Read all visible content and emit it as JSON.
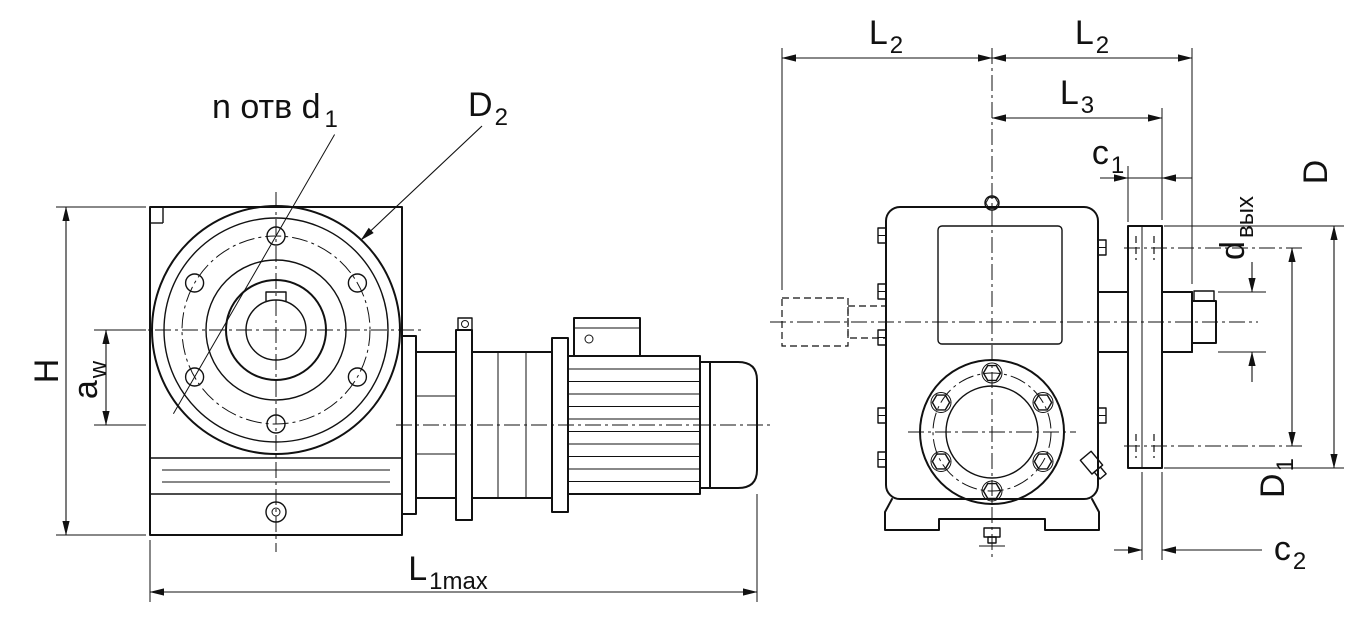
{
  "colors": {
    "line": "#111111",
    "background": "#ffffff"
  },
  "front_view": {
    "labels": {
      "holes_callout": {
        "main": "n отв d",
        "sub": "1"
      },
      "d2": {
        "main": "D",
        "sub": "2"
      },
      "height": {
        "main": "H",
        "sub": ""
      },
      "aw": {
        "main": "a",
        "sub": "w"
      },
      "l1max": {
        "main": "L",
        "sub": "1max"
      }
    }
  },
  "side_view": {
    "labels": {
      "l2_left": {
        "main": "L",
        "sub": "2"
      },
      "l2_right": {
        "main": "L",
        "sub": "2"
      },
      "l3": {
        "main": "L",
        "sub": "3"
      },
      "c1": {
        "main": "c",
        "sub": "1"
      },
      "d_out": {
        "main": "d",
        "sub": "вых"
      },
      "d_flange": {
        "main": "D",
        "sub": ""
      },
      "d1": {
        "main": "D",
        "sub": "1"
      },
      "c2": {
        "main": "c",
        "sub": "2"
      }
    }
  }
}
